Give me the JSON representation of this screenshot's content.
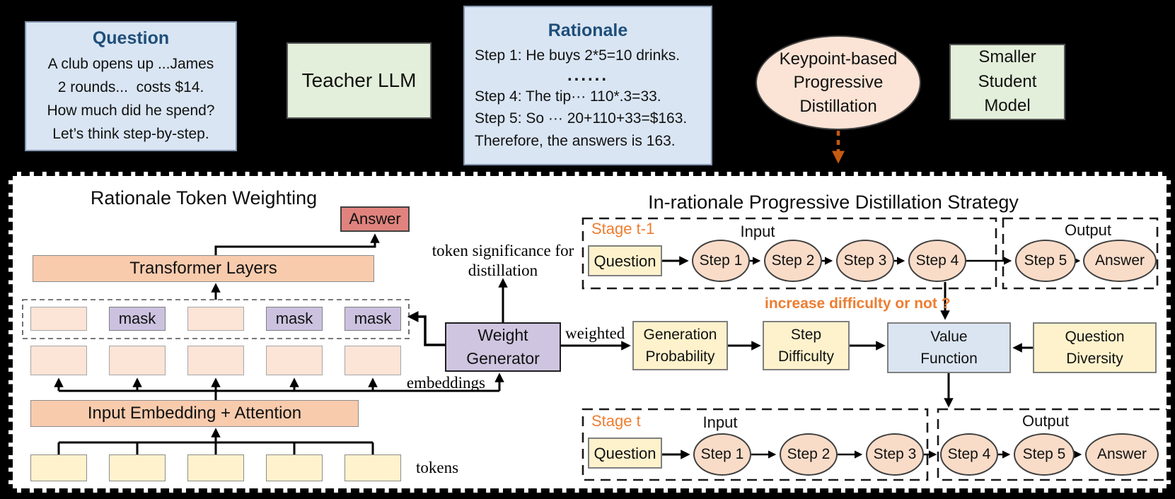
{
  "colors": {
    "background": "#000000",
    "panel_blue": "#d9e5f3",
    "title_blue": "#1f4e79",
    "box_green": "#e3efda",
    "ellipse_peach": "#fbe3d5",
    "peach_light": "#fce4d6",
    "answer_salmon": "#e0837e",
    "orange_fill": "#f8cbad",
    "generator_purple": "#cfc5e0",
    "mask_purple": "#ccc2e0",
    "yellow": "#fef2cc",
    "token_yellow": "#fff2cc",
    "value_blue": "#dbe5f1",
    "orange_text": "#ed7d31",
    "arrow_orange": "#c55a11"
  },
  "top": {
    "question_box": {
      "title": "Question",
      "lines": [
        "A club opens up ...James",
        "2 rounds...  costs $14.",
        "How much did he spend?",
        "Let’s think step-by-step."
      ]
    },
    "teacher_box": {
      "label": "Teacher LLM"
    },
    "rationale_box": {
      "title": "Rationale",
      "lines": [
        "Step 1: He buys 2*5=10 drinks.",
        "......",
        "Step 4: The tip··· 110*.3=33.",
        "Step 5: So ··· 20+110+33=$163.",
        "Therefore, the answers is 163."
      ]
    },
    "distillation_ellipse": {
      "label": "Keypoint-based Progressive Distillation"
    },
    "student_box": {
      "label": "Smaller Student Model"
    }
  },
  "panel": {
    "left": {
      "title": "Rationale Token Weighting",
      "answer": "Answer",
      "transformer": "Transformer Layers",
      "mask": "mask",
      "input_embedding": "Input Embedding + Attention",
      "tokens_label": "tokens",
      "embeddings_label": "embeddings"
    },
    "middle": {
      "weight_generator": "Weight Generator",
      "token_significance": "token significance for distillation",
      "weighted_label": "weighted"
    },
    "right": {
      "title": "In-rationale Progressive Distillation Strategy",
      "increase_label": "increase difficulty or not ?",
      "generation_probability": "Generation Probability",
      "step_difficulty": "Step Difficulty",
      "value_function": "Value Function",
      "question_diversity": "Question Diversity",
      "stage_prev": {
        "label": "Stage t-1",
        "input_label": "Input",
        "output_label": "Output",
        "question": "Question",
        "steps_in": [
          "Step 1",
          "Step 2",
          "Step 3",
          "Step 4"
        ],
        "steps_out": [
          "Step 5",
          "Answer"
        ]
      },
      "stage_curr": {
        "label": "Stage t",
        "input_label": "Input",
        "output_label": "Output",
        "question": "Question",
        "steps_in": [
          "Step 1",
          "Step 2",
          "Step 3"
        ],
        "steps_out": [
          "Step 4",
          "Step 5",
          "Answer"
        ]
      }
    }
  }
}
